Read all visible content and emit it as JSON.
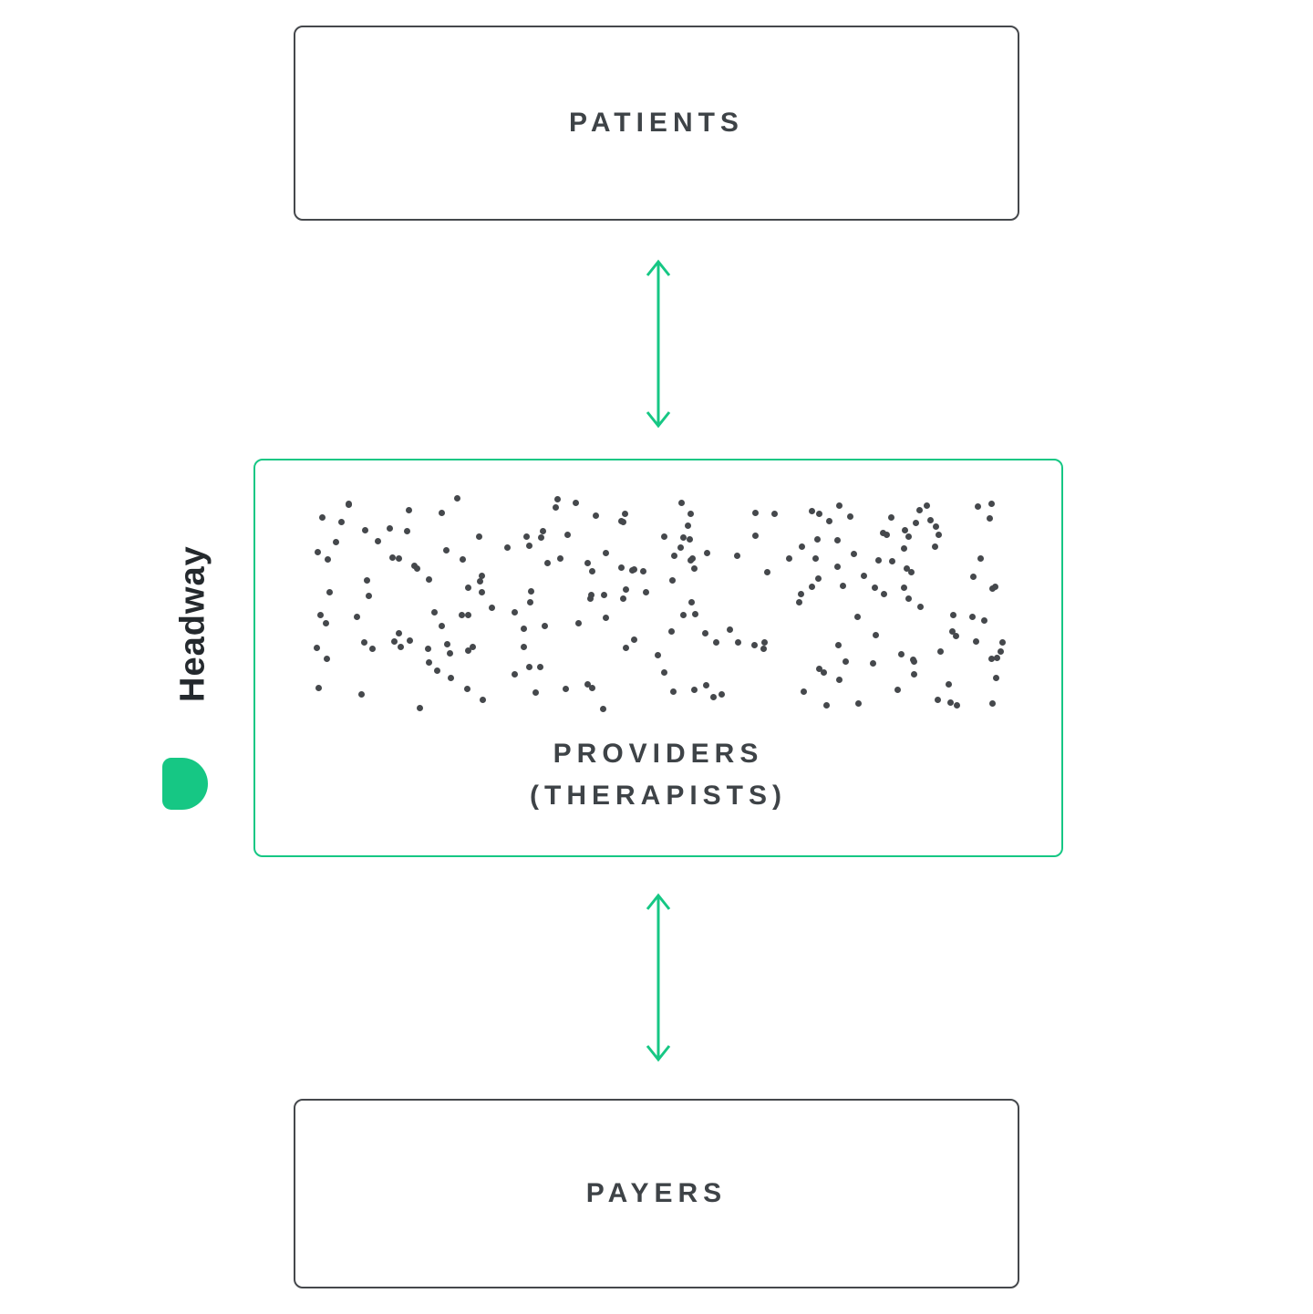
{
  "colors": {
    "accent": "#16C784",
    "dot": "#45484C",
    "box_border": "#45484C",
    "text": "#3E4347"
  },
  "brand": {
    "name": "Headway"
  },
  "diagram": {
    "patients_label": "PATIENTS",
    "providers_label_line1": "PROVIDERS",
    "providers_label_line2": "(THERAPISTS)",
    "payers_label": "PAYERS"
  },
  "dots": {
    "count": 220,
    "seed": 12
  }
}
